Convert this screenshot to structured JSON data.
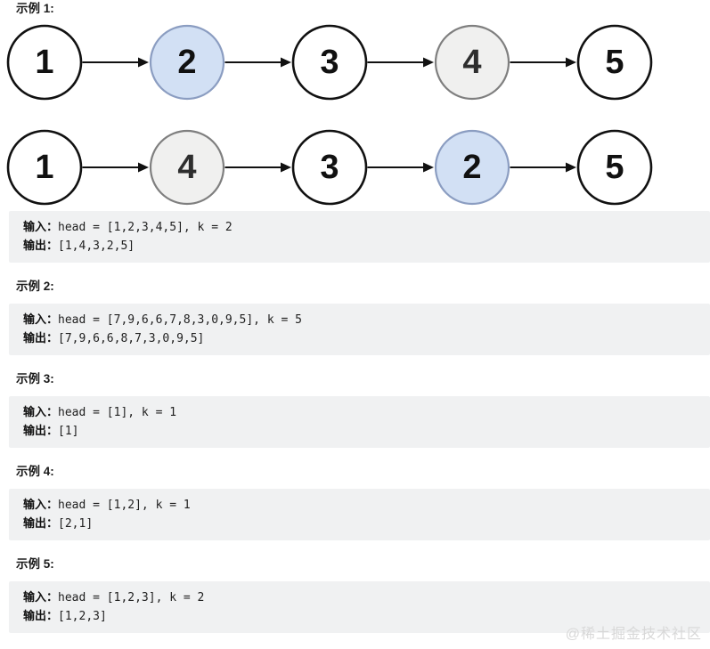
{
  "colors": {
    "page_background": "#ffffff",
    "code_block_background": "#f0f1f2",
    "arrow": "#111111",
    "text": "#1a1a1a",
    "watermark_text": "#d8d8d8",
    "node_variants": {
      "default": {
        "fill": "#ffffff",
        "stroke": "#111111",
        "stroke_width": 2.6,
        "text": "#111111"
      },
      "highlight-blue": {
        "fill": "#d2e0f4",
        "stroke": "#8b9dc1",
        "stroke_width": 2.2,
        "text": "#111111"
      },
      "highlight-gray": {
        "fill": "#f0f0ef",
        "stroke": "#7f7f7f",
        "stroke_width": 2.2,
        "text": "#2e2e2e"
      }
    }
  },
  "labels": {
    "input": "输入：",
    "output": "输出："
  },
  "diagram": {
    "rows": [
      {
        "name": "original-list",
        "nodes": [
          {
            "value": "1",
            "variant": "default"
          },
          {
            "value": "2",
            "variant": "highlight-blue"
          },
          {
            "value": "3",
            "variant": "default"
          },
          {
            "value": "4",
            "variant": "highlight-gray"
          },
          {
            "value": "5",
            "variant": "default"
          }
        ]
      },
      {
        "name": "swapped-list",
        "nodes": [
          {
            "value": "1",
            "variant": "default"
          },
          {
            "value": "4",
            "variant": "highlight-gray"
          },
          {
            "value": "3",
            "variant": "default"
          },
          {
            "value": "2",
            "variant": "highlight-blue"
          },
          {
            "value": "5",
            "variant": "default"
          }
        ]
      }
    ]
  },
  "examples": [
    {
      "title": "示例 1:",
      "has_diagram": true,
      "input": "head = [1,2,3,4,5], k = 2",
      "output": "[1,4,3,2,5]"
    },
    {
      "title": "示例 2:",
      "has_diagram": false,
      "input": "head = [7,9,6,6,7,8,3,0,9,5], k = 5",
      "output": "[7,9,6,6,8,7,3,0,9,5]"
    },
    {
      "title": "示例 3:",
      "has_diagram": false,
      "input": "head = [1], k = 1",
      "output": "[1]"
    },
    {
      "title": "示例 4:",
      "has_diagram": false,
      "input": "head = [1,2], k = 1",
      "output": "[2,1]"
    },
    {
      "title": "示例 5:",
      "has_diagram": false,
      "input": "head = [1,2,3], k = 2",
      "output": "[1,2,3]"
    }
  ],
  "watermark": "@稀土掘金技术社区"
}
